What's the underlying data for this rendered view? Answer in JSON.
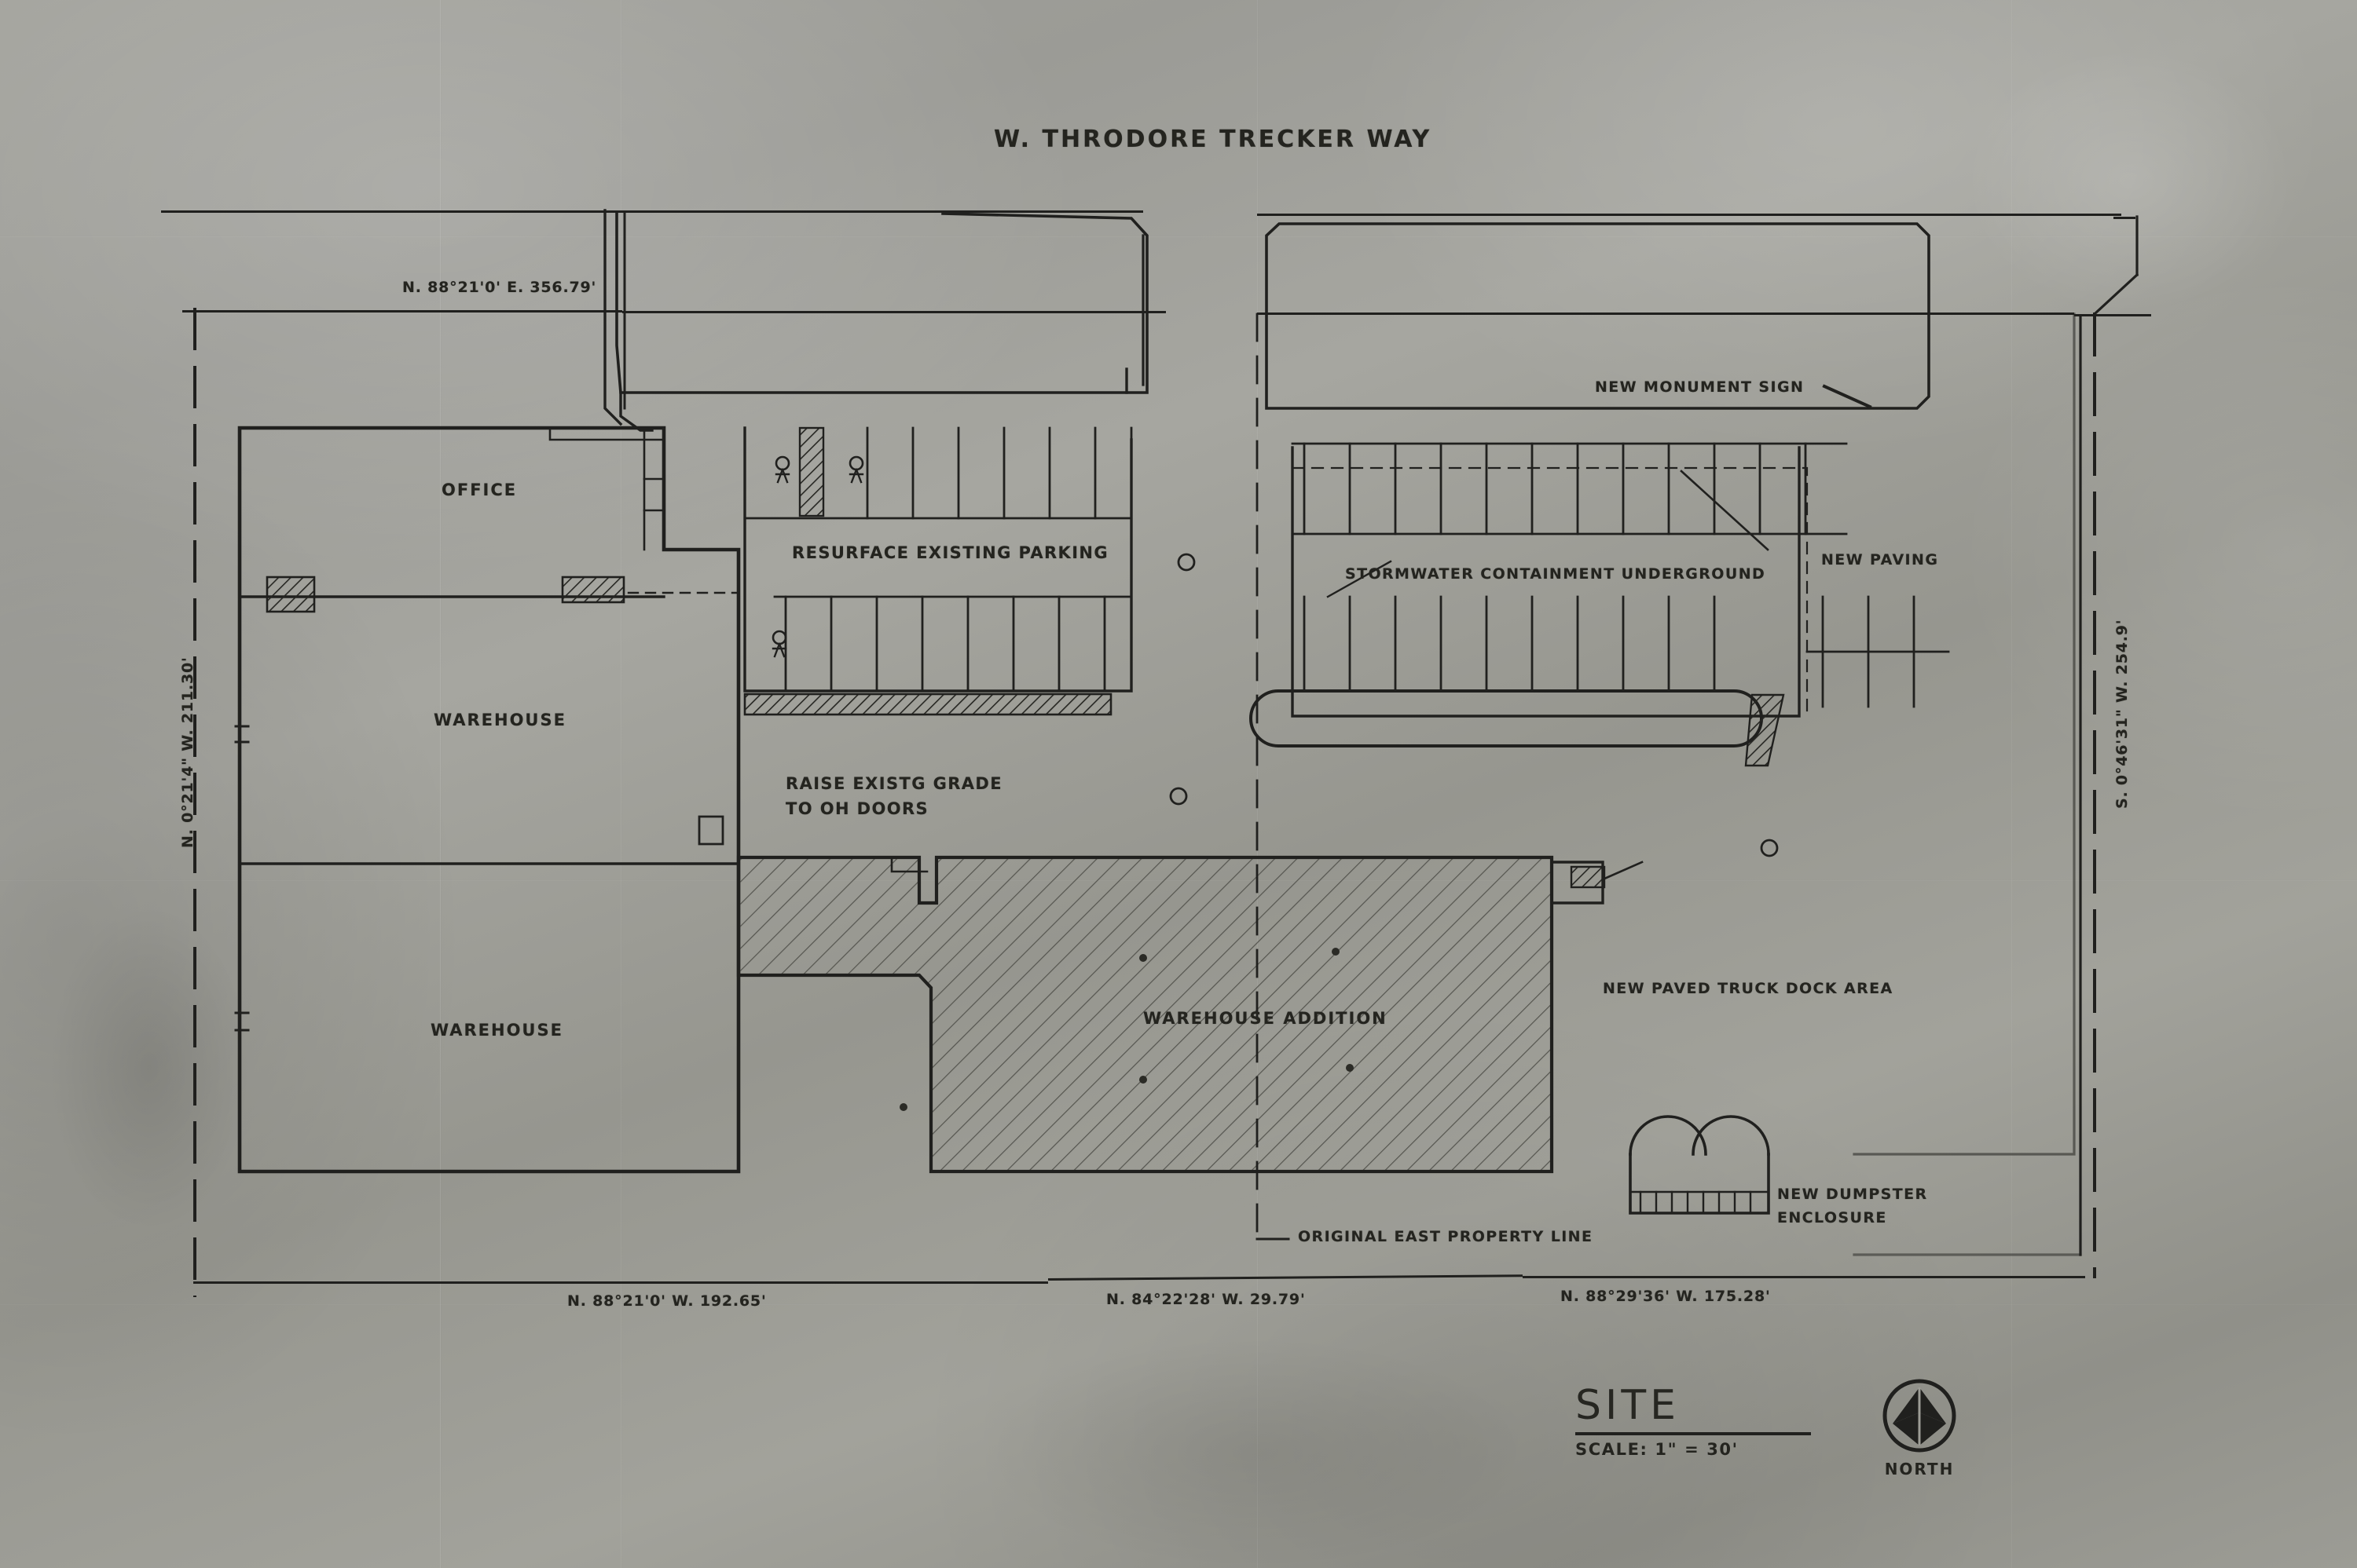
{
  "sheet": {
    "kind": "architectural-site-plan",
    "media": "photographed blueprint print on wrinkled paper",
    "ink_color": "#20201e",
    "paper_color": "#9d9d96"
  },
  "road": {
    "name": "W. THRODORE TRECKER WAY"
  },
  "bearings": {
    "north": "N. 88°21'0' E.  356.79'",
    "west": "N. 0°21'4\" W. 211.30'",
    "east": "S. 0°46'31\" W. 254.9'",
    "south_west": "N. 88°21'0' W. 192.65'",
    "south_mid": "N. 84°22'28' W. 29.79'",
    "south_east": "N. 88°29'36' W. 175.28'"
  },
  "buildings": {
    "office": "OFFICE",
    "warehouse_upper": "WAREHOUSE",
    "warehouse_lower": "WAREHOUSE",
    "warehouse_addition": "WAREHOUSE ADDITION"
  },
  "annotations": {
    "resurface_parking": "RESURFACE EXISTING PARKING",
    "raise_grade_line1": "RAISE EXISTG GRADE",
    "raise_grade_line2": "TO OH DOORS",
    "monument_sign": "NEW MONUMENT SIGN",
    "stormwater": "STORMWATER CONTAINMENT UNDERGROUND",
    "new_paving": "NEW PAVING",
    "truck_dock": "NEW PAVED TRUCK DOCK AREA",
    "dumpster_line1": "NEW DUMPSTER",
    "dumpster_line2": "ENCLOSURE",
    "property_line": "ORIGINAL EAST PROPERTY LINE"
  },
  "title_block": {
    "drawing_name": "SITE",
    "scale": "SCALE: 1\" = 30'",
    "north_label": "NORTH"
  }
}
